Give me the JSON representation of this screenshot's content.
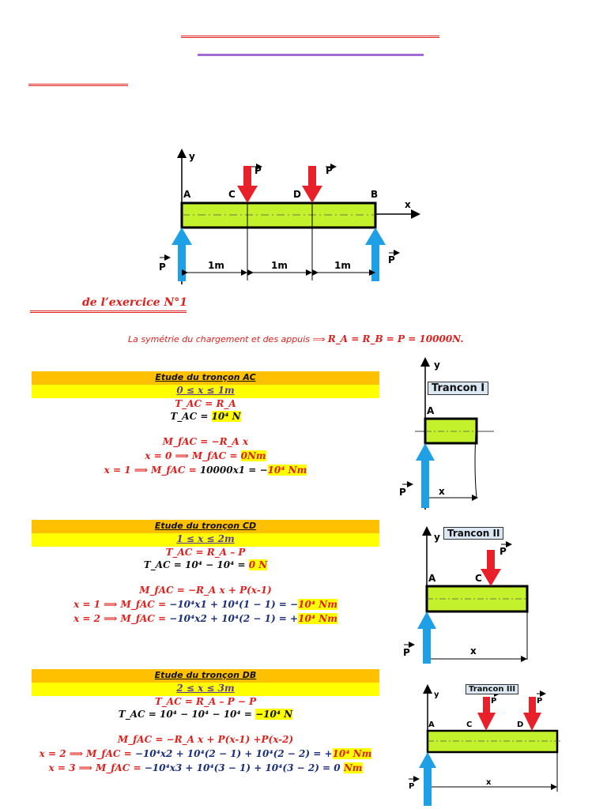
{
  "main_diagram": {
    "labels": {
      "y": "y",
      "x": "x",
      "A": "A",
      "B": "B",
      "C": "C",
      "D": "D",
      "P": "P"
    },
    "spans": [
      "1m",
      "1m",
      "1m"
    ]
  },
  "solution_heading": "de l’exercice N°1",
  "symmetry": {
    "text": "La symétrie du chargement et des appuis ⟹",
    "formula": "R_A = R_B = P = 10000N."
  },
  "sections": [
    {
      "title": "Etude du tronçon AC",
      "range": "0 ≤ x ≤ 1m",
      "t_def": "T_AC = R_A",
      "t_val": "T_AC = ",
      "t_result": "10⁴ N",
      "m_def": "M_fAC = −R_A x",
      "m_lines": [
        {
          "prefix": "x = 0 ⟹ M_fAC = ",
          "expr": "",
          "result": "0Nm"
        },
        {
          "prefix": "x = 1 ⟹ M_fAC = ",
          "expr": "10000x1 = −",
          "result": "10⁴ Nm"
        }
      ],
      "diagram": {
        "tag": "Trancon I",
        "A": "A",
        "y": "y",
        "x": "x",
        "P": "P"
      }
    },
    {
      "title": "Etude du tronçon CD",
      "range": "1 ≤ x ≤ 2m",
      "t_def": "T_AC = R_A – P",
      "t_val": "T_AC = 10⁴ − 10⁴ = ",
      "t_result": "0 N",
      "m_def": "M_fAC = −R_A x + P(x-1)",
      "m_lines": [
        {
          "prefix": "x = 1 ⟹ M_fAC = ",
          "expr": "−10⁴x1 + 10⁴(1 − 1) = −",
          "result": "10⁴ Nm"
        },
        {
          "prefix": "x = 2 ⟹ M_fAC = ",
          "expr": "−10⁴x2 + 10⁴(2 − 1) = +",
          "result": "10⁴ Nm"
        }
      ],
      "diagram": {
        "tag": "Trancon II",
        "A": "A",
        "C": "C",
        "y": "y",
        "x": "x",
        "P": "P"
      }
    },
    {
      "title": "Etude du tronçon DB",
      "range": "2 ≤ x ≤ 3m",
      "t_def": "T_AC = R_A – P − P",
      "t_val": "T_AC = 10⁴ − 10⁴ − 10⁴ = ",
      "t_result": "−10⁴ N",
      "m_def": "M_fAC = −R_A x + P(x-1) +P(x-2)",
      "m_lines": [
        {
          "prefix": "x = 2 ⟹ M_fAC = ",
          "expr": "−10⁴x2 + 10⁴(2 − 1) + 10⁴(2 − 2) = +",
          "result": "10⁴ Nm"
        },
        {
          "prefix": "x = 3 ⟹ M_fAC = ",
          "expr": "−10⁴x3 + 10⁴(3 − 1) + 10⁴(3 − 2) = 0 ",
          "result": "Nm"
        }
      ],
      "diagram": {
        "tag": "Trancon III",
        "A": "A",
        "C": "C",
        "D": "D",
        "y": "y",
        "x": "x",
        "P": "P"
      }
    }
  ],
  "colors": {
    "beam": "#c3f22d",
    "load": "#e8202a",
    "reaction": "#1ea0e6",
    "orange": "#ffc000",
    "yellow": "#ffff00",
    "red_text": "#e0201c"
  }
}
